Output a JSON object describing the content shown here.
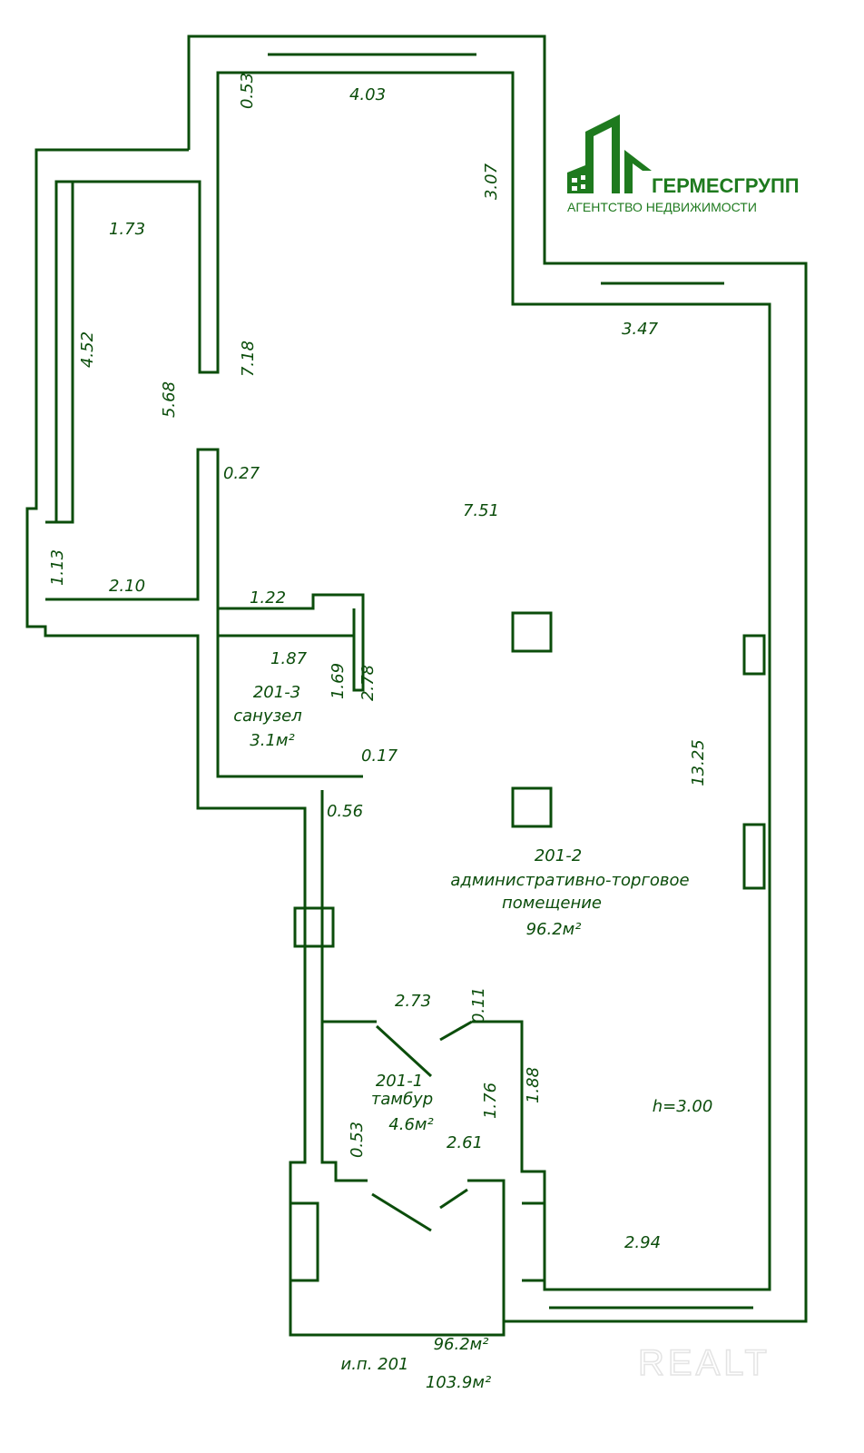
{
  "logo": {
    "name": "ГЕРМЕСГРУПП",
    "subtitle": "АГЕНТСТВО НЕДВИЖИМОСТИ"
  },
  "watermark": "REALT",
  "labels": [
    "0.53",
    "4.03",
    "3.07",
    "1.73",
    "4.52",
    "5.68",
    "7.18",
    "3.47",
    "0.27",
    "7.51",
    "1.13",
    "2.10",
    "1.22",
    "1.87",
    "201-3",
    "санузел",
    "3.1м²",
    "1.69",
    "2.78",
    "0.17",
    "0.56",
    "13.25",
    "201-2",
    "административно-торговое",
    "помещение",
    "96.2м²",
    "2.73",
    "0.11",
    "201-1",
    "тамбур",
    "4.6м²",
    "1.76",
    "1.88",
    "h=3.00",
    "0.53",
    "2.61",
    "2.94"
  ],
  "summary": {
    "label": "и.п. 201",
    "area_living": "96.2м²",
    "area_total": "103.9м²"
  },
  "colors": {
    "lines": "#0b4d0b",
    "logo": "#1e7a1e"
  }
}
